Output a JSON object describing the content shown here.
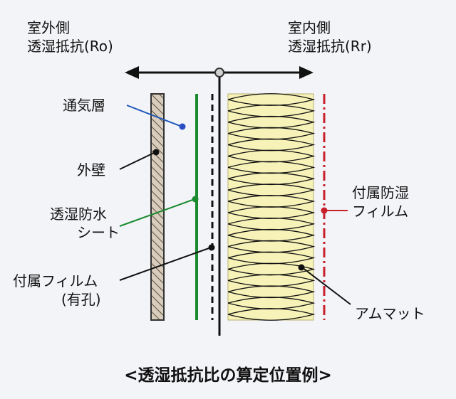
{
  "labels": {
    "outdoor_side": "室外側",
    "outdoor_resistance": "透湿抵抗(Ro)",
    "indoor_side": "室内側",
    "indoor_resistance": "透湿抵抗(Rr)",
    "ventilation_layer": "通気層",
    "exterior_wall": "外壁",
    "breathable_sheet_line1": "透湿防水",
    "breathable_sheet_line2": "シート",
    "attached_film_line1": "付属フィルム",
    "attached_film_line2": "(有孔)",
    "vapor_barrier_line1": "付属防湿",
    "vapor_barrier_line2": "フィルム",
    "insulation_mat": "アムマット",
    "caption": "<透湿抵抗比の算定位置例>"
  },
  "colors": {
    "background": "#f3f4f8",
    "wall_fill": "#d8cdbd",
    "sheet_green": "#1a8a2e",
    "vapor_barrier_red": "#c8202a",
    "insulation_fill": "#f7f2b8",
    "leader_blue": "#1c56b8",
    "leader_green": "#1a8a2e",
    "leader_red": "#c8202a",
    "dot_blue": "#2a4fc2"
  },
  "icons": {
    "arrow": "double-headed-arrow",
    "marker": "dot"
  }
}
